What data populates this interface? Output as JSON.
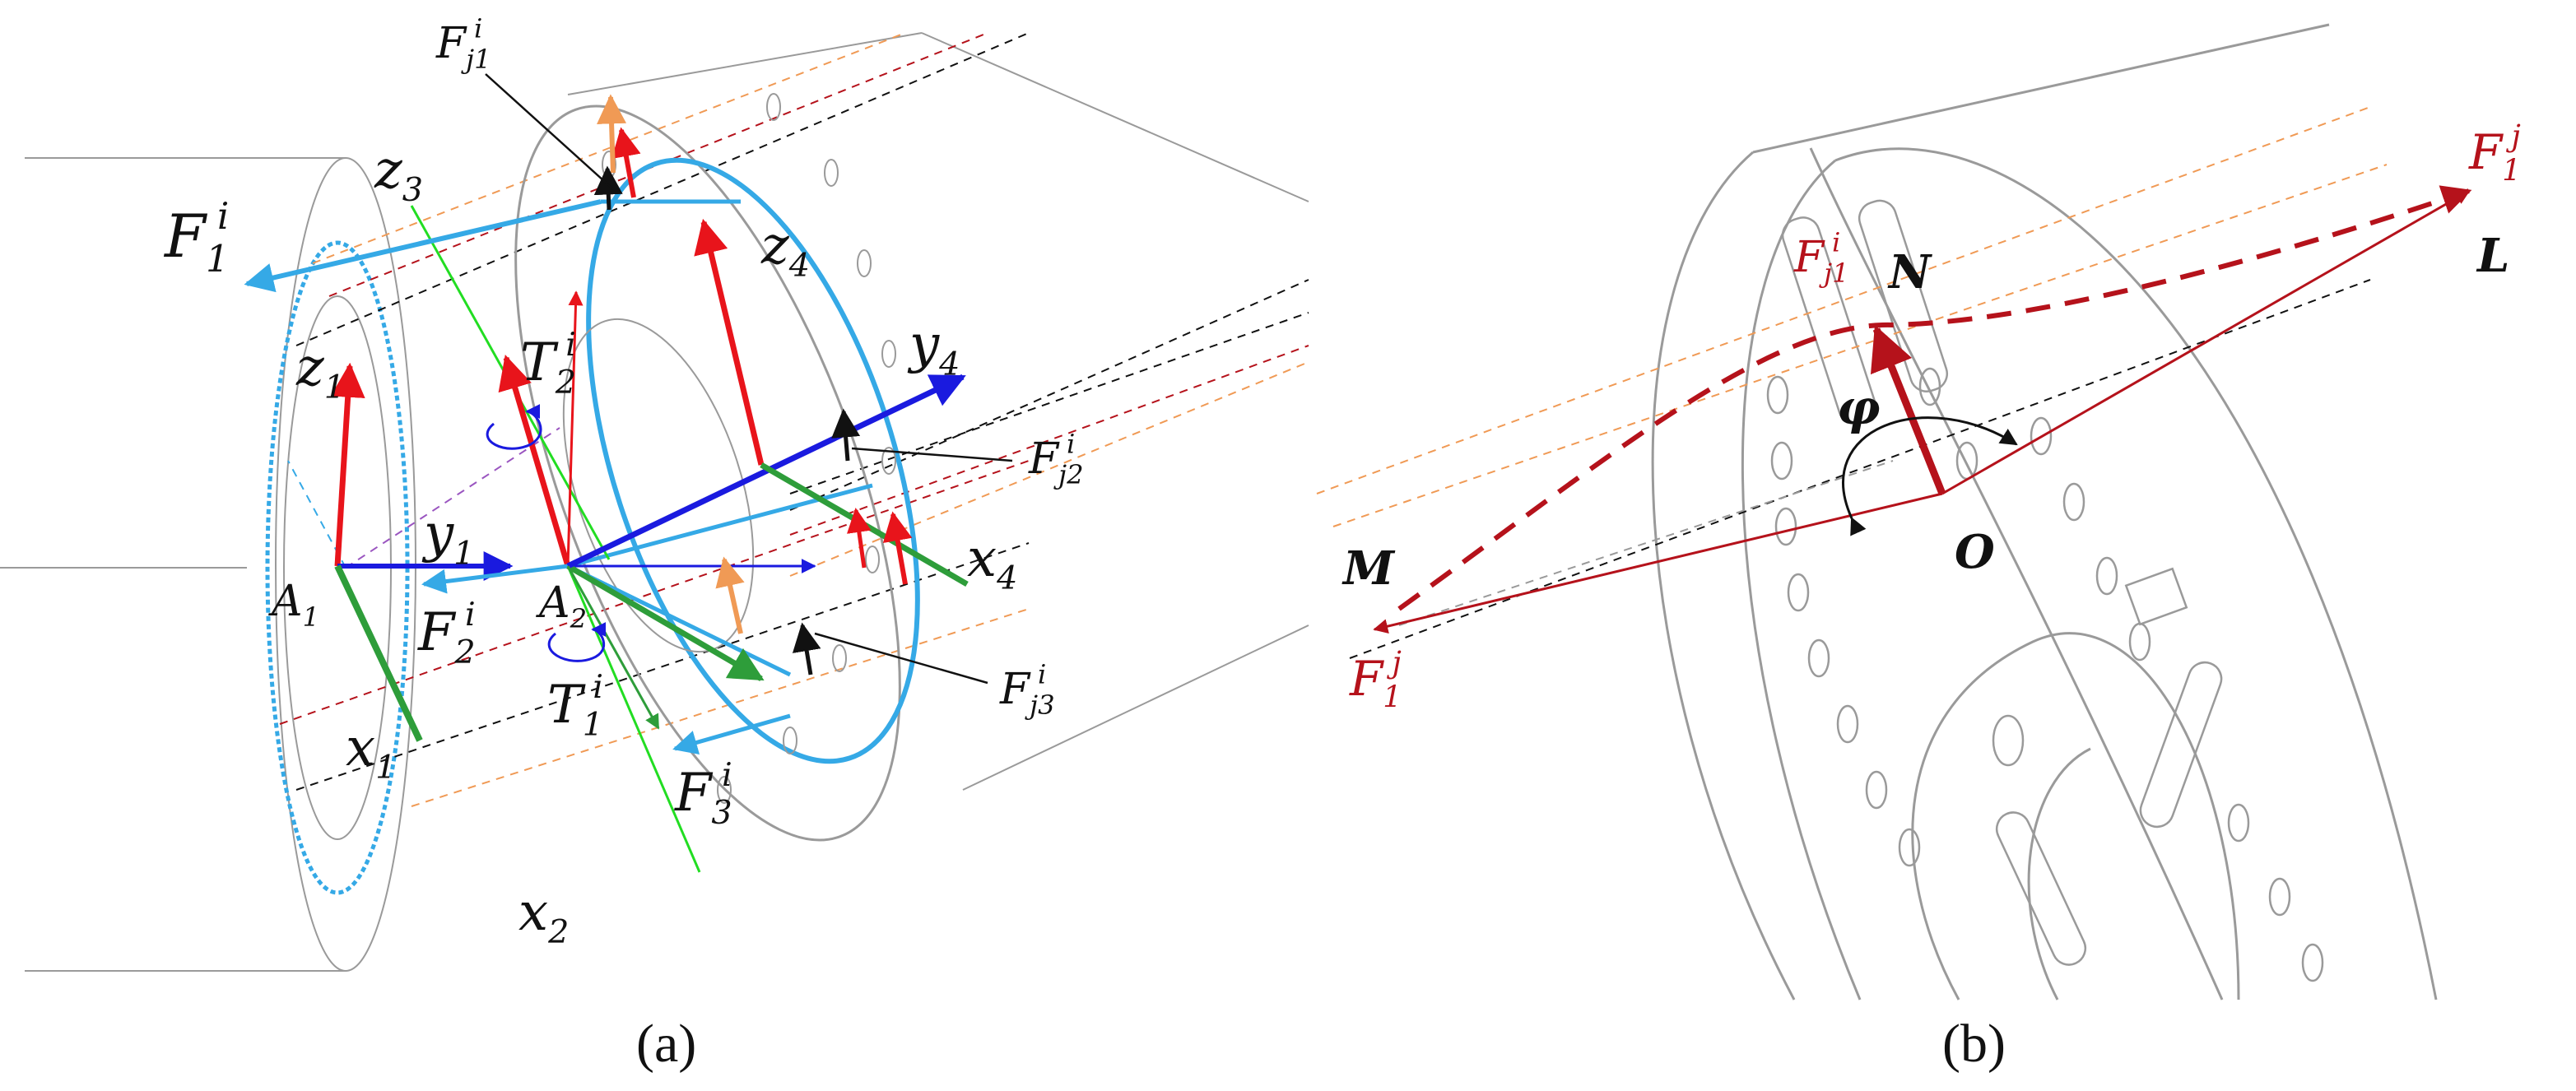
{
  "panel_a": {
    "caption": "(a)",
    "labels": {
      "F1i": {
        "base": "F",
        "sub": "1",
        "sup": "i"
      },
      "z3": {
        "base": "z",
        "sub": "3"
      },
      "Fj1i": {
        "base": "F",
        "sub": "j1",
        "sup": "i"
      },
      "z4": {
        "base": "z",
        "sub": "4"
      },
      "z1": {
        "base": "z",
        "sub": "1"
      },
      "T2i": {
        "base": "T",
        "sub": "2",
        "sup": "i"
      },
      "y4": {
        "base": "y",
        "sub": "4"
      },
      "Fj2i": {
        "base": "F",
        "sub": "j2",
        "sup": "i"
      },
      "y1": {
        "base": "y",
        "sub": "1"
      },
      "A1": {
        "base": "A",
        "sub": "1"
      },
      "F2i": {
        "base": "F",
        "sub": "2",
        "sup": "i"
      },
      "A2": {
        "base": "A",
        "sub": "2"
      },
      "x4": {
        "base": "x",
        "sub": "4"
      },
      "T1i": {
        "base": "T",
        "sub": "1",
        "sup": "i"
      },
      "Fj3i": {
        "base": "F",
        "sub": "j3",
        "sup": "i"
      },
      "x1": {
        "base": "x",
        "sub": "1"
      },
      "F3i": {
        "base": "F",
        "sub": "3",
        "sup": "i"
      },
      "x2": {
        "base": "x",
        "sub": "2"
      }
    }
  },
  "panel_b": {
    "caption": "(b)",
    "labels": {
      "Fj1i": {
        "base": "F",
        "sub": "j1",
        "sup": "i"
      },
      "N": "N",
      "L": "L",
      "F1j_top": {
        "base": "F",
        "sub": "1",
        "sup": "j"
      },
      "phi": "φ",
      "M": "M",
      "O": "O",
      "F1j_bottom": {
        "base": "F",
        "sub": "1",
        "sup": "j"
      }
    }
  },
  "colors": {
    "red": "#e8141b",
    "dark_red": "#b5121b",
    "blue": "#1a1adf",
    "light_blue": "#35a9e6",
    "green": "#2e9d3a",
    "bright_green": "#22dd22",
    "orange": "#f09a55",
    "black": "#111111",
    "gray": "#9a9a9a"
  }
}
